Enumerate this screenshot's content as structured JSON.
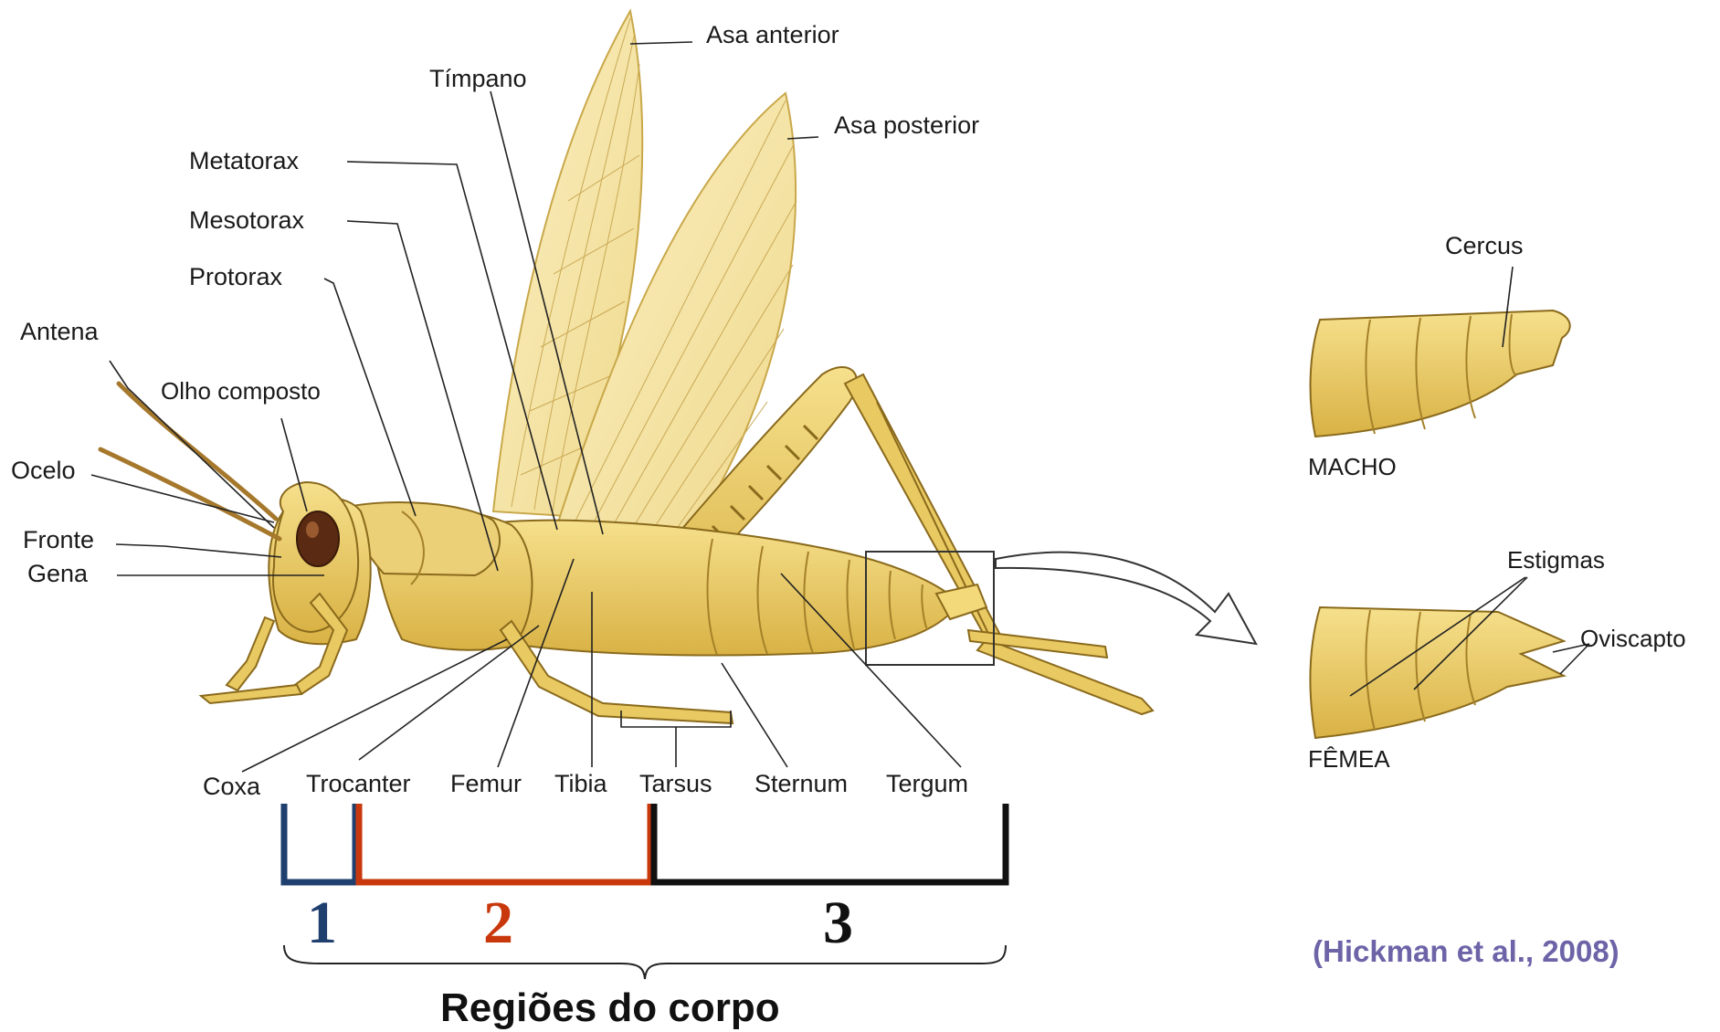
{
  "labels": {
    "asa_anterior": "Asa anterior",
    "timpano": "Tímpano",
    "asa_posterior": "Asa posterior",
    "metatorax": "Metatorax",
    "mesotorax": "Mesotorax",
    "protorax": "Protorax",
    "antena": "Antena",
    "olho_composto": "Olho composto",
    "ocelo": "Ocelo",
    "fronte": "Fronte",
    "gena": "Gena",
    "coxa": "Coxa",
    "trocanter": "Trocanter",
    "femur": "Femur",
    "tibia": "Tibia",
    "tarsus": "Tarsus",
    "sternum": "Sternum",
    "tergum": "Tergum",
    "cercus": "Cercus",
    "macho": "MACHO",
    "estigmas": "Estigmas",
    "oviscapto": "Oviscapto",
    "femea": "FÊMEA"
  },
  "regions": [
    {
      "number": "1",
      "color": "#1f3f6e"
    },
    {
      "number": "2",
      "color": "#c8380c"
    },
    {
      "number": "3",
      "color": "#111111"
    }
  ],
  "regions_title": "Regiões do corpo",
  "citation": "(Hickman et al., 2008)",
  "citation_color": "#6d64a8"
}
